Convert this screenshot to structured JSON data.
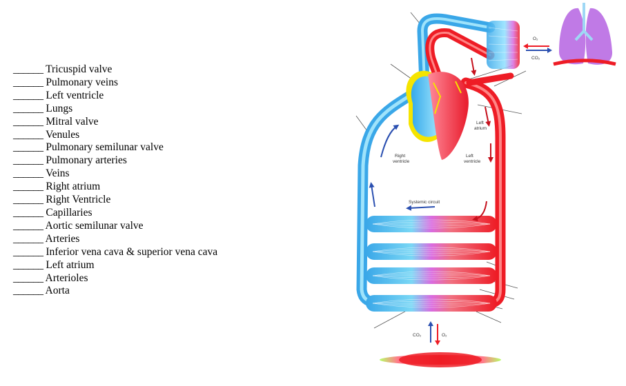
{
  "worksheet": {
    "blank": "______",
    "terms": [
      "Tricuspid valve",
      "Pulmonary veins",
      "Left ventricle",
      "Lungs",
      "Mitral valve",
      "Venules",
      "Pulmonary semilunar valve",
      "Pulmonary arteries",
      "Veins",
      "Right atrium",
      "Right Ventricle",
      "Capillaries",
      "Aortic semilunar valve",
      "Arteries",
      "Inferior vena cava & superior vena cava",
      "Left atrium",
      "Arterioles",
      "Aorta"
    ]
  },
  "diagram": {
    "labels": {
      "left_atrium_1": "Left",
      "left_atrium_2": "atrium",
      "right_ventricle_1": "Right",
      "right_ventricle_2": "ventricle",
      "left_ventricle_1": "Left",
      "left_ventricle_2": "ventricle",
      "systemic_circuit": "Systemic circuit",
      "lung_o2": "O₂",
      "lung_co2": "CO₂",
      "tissue_co2": "CO₂",
      "tissue_o2": "O₂"
    },
    "colors": {
      "oxygenated": "#ee1c25",
      "deoxygenated": "#3aa7e8",
      "capillary": "#d96be0",
      "valve": "#f5e400",
      "lungs": "#c07ae6"
    }
  }
}
